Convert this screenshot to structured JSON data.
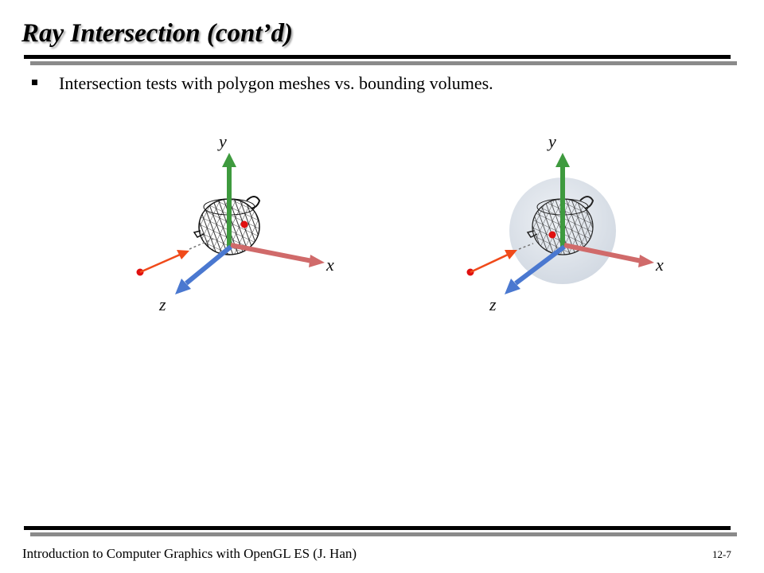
{
  "slide": {
    "title": "Ray Intersection  (cont’d)",
    "bullets": [
      {
        "text": "Intersection tests with polygon meshes vs. bounding volumes."
      }
    ],
    "figures": [
      {
        "name": "polygon-mesh-intersection",
        "axes": {
          "x": "x",
          "y": "y",
          "z": "z"
        },
        "has_bounding_sphere": false
      },
      {
        "name": "bounding-volume-intersection",
        "axes": {
          "x": "x",
          "y": "y",
          "z": "z"
        },
        "has_bounding_sphere": true
      }
    ],
    "colors": {
      "x_axis": "#d06a6a",
      "y_axis": "#3e9a3e",
      "z_axis": "#4a78d0",
      "ray": "#f04a1a",
      "hit_point": "#e01010",
      "sphere": "#dde3ea"
    }
  },
  "footer": {
    "course": "Introduction to Computer Graphics with OpenGL ES (J. Han)",
    "page": "12-7"
  }
}
